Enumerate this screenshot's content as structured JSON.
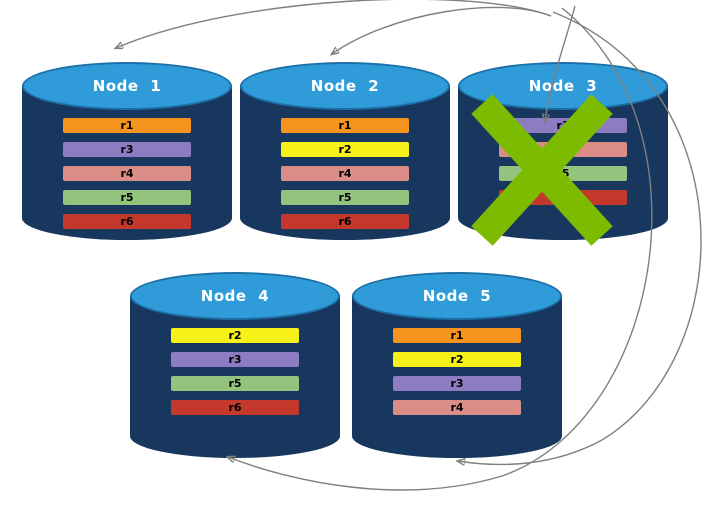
{
  "diagram": {
    "description": "Five database nodes holding replica shards; Node 3 is marked failed with a green X and arrows show shards being redistributed to the remaining nodes.",
    "nodes": [
      {
        "name": "Node 1",
        "shards": [
          {
            "label": "r1",
            "color": "#F79420"
          },
          {
            "label": "r3",
            "color": "#8E7CC3"
          },
          {
            "label": "r4",
            "color": "#D98D85"
          },
          {
            "label": "r5",
            "color": "#93C47D"
          },
          {
            "label": "r6",
            "color": "#C4392B"
          }
        ]
      },
      {
        "name": "Node 2",
        "shards": [
          {
            "label": "r1",
            "color": "#F79420"
          },
          {
            "label": "r2",
            "color": "#F6F118"
          },
          {
            "label": "r4",
            "color": "#D98D85"
          },
          {
            "label": "r5",
            "color": "#93C47D"
          },
          {
            "label": "r6",
            "color": "#C4392B"
          }
        ]
      },
      {
        "name": "Node 3",
        "shards": [
          {
            "label": "r3",
            "color": "#8E7CC3"
          },
          {
            "label": "r4",
            "color": "#D98D85"
          },
          {
            "label": "r5",
            "color": "#93C47D"
          },
          {
            "label": "r6",
            "color": "#C4392B"
          }
        ]
      },
      {
        "name": "Node 4",
        "shards": [
          {
            "label": "r2",
            "color": "#F6F118"
          },
          {
            "label": "r3",
            "color": "#8E7CC3"
          },
          {
            "label": "r5",
            "color": "#93C47D"
          },
          {
            "label": "r6",
            "color": "#C4392B"
          }
        ]
      },
      {
        "name": "Node 5",
        "shards": [
          {
            "label": "r1",
            "color": "#F79420"
          },
          {
            "label": "r2",
            "color": "#F6F118"
          },
          {
            "label": "r3",
            "color": "#8E7CC3"
          },
          {
            "label": "r4",
            "color": "#D98D85"
          }
        ]
      }
    ],
    "failure_mark": {
      "node": "Node 3",
      "color": "#7CBB00"
    },
    "style": {
      "cylinder_body": "#17375E",
      "cylinder_top": "#2F9CD9",
      "arrow": "#7F7F7F"
    }
  }
}
